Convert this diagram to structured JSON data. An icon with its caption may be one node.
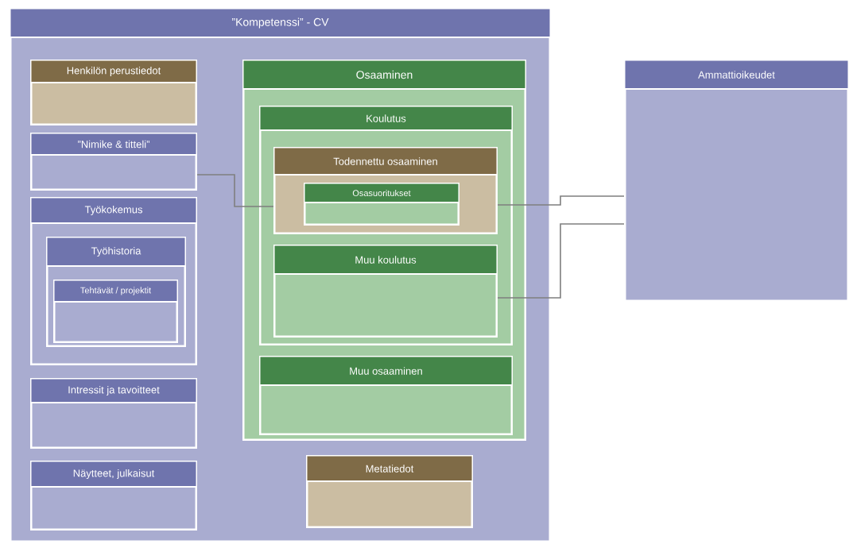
{
  "diagram": {
    "nodes": [
      {
        "text": [
          "”Kompetenssi” - CV"
        ]
      },
      {
        "text": [
          "Henkilön perustiedot"
        ],
        "in": 0
      },
      {
        "text": [
          "”Nimike & titteli”"
        ],
        "in": 0
      },
      {
        "text": [
          "Työkokemus"
        ],
        "in": 0
      },
      {
        "text": [
          "Työhistoria"
        ],
        "in": 3
      },
      {
        "text": [
          "Tehtävät / projektit"
        ],
        "in": 4
      },
      {
        "text": [
          "Intressit ja tavoitteet"
        ],
        "in": 0
      },
      {
        "text": [
          "Näytteet, julkaisut"
        ],
        "in": 0
      },
      {
        "text": [
          "Osaaminen"
        ],
        "in": 0
      },
      {
        "text": [
          "Koulutus"
        ],
        "in": 8
      },
      {
        "text": [
          "Todennettu osaaminen"
        ],
        "in": 9
      },
      {
        "text": [
          "Osasuoritukset"
        ],
        "in": 10
      },
      {
        "text": [
          "Muu koulutus"
        ],
        "in": 9
      },
      {
        "text": [
          "Muu osaaminen"
        ],
        "in": 8
      },
      {
        "text": [
          "Metatiedot"
        ],
        "in": 0
      },
      {
        "text": [
          "Ammattioikeudet"
        ]
      }
    ],
    "edges": [
      {
        "from": 2,
        "to": 10,
        "arrow": "none"
      },
      {
        "from": 10,
        "to": 15,
        "arrow": "none"
      },
      {
        "from": 12,
        "to": 15,
        "arrow": "none"
      }
    ]
  }
}
